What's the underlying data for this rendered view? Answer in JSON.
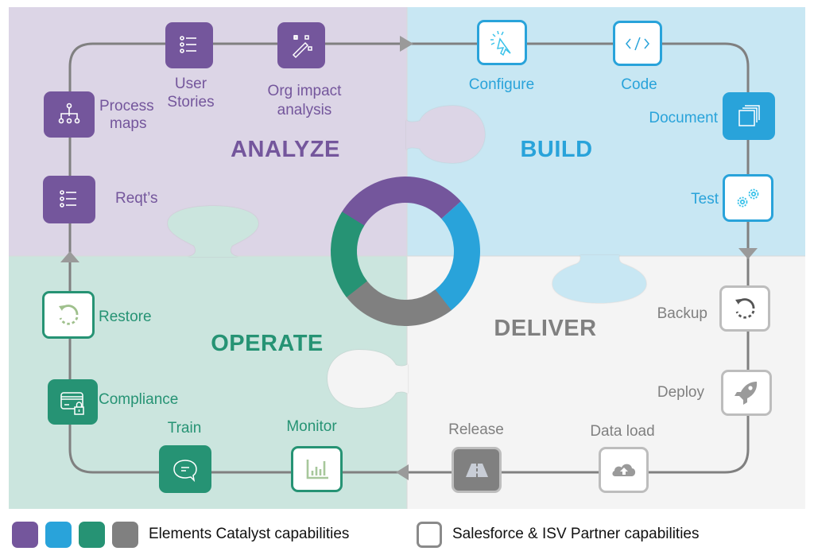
{
  "colors": {
    "analyze_bg": "#dcd5e6",
    "build_bg": "#c8e7f3",
    "operate_bg": "#cbe5de",
    "deliver_bg": "#f4f4f4",
    "purple": "#74569c",
    "blue": "#29a3da",
    "green": "#269374",
    "gray": "#808080",
    "line": "#808080",
    "partner_border_gray": "#bdbdbd"
  },
  "phases": {
    "analyze": "ANALYZE",
    "build": "BUILD",
    "deliver": "DELIVER",
    "operate": "OPERATE"
  },
  "steps": {
    "process_maps": {
      "label_line1": "Process",
      "label_line2": "maps",
      "icon": "hierarchy-icon",
      "type": "catalyst"
    },
    "user_stories": {
      "label_line1": "User",
      "label_line2": "Stories",
      "icon": "list-icon",
      "type": "catalyst"
    },
    "org_impact": {
      "label_line1": "Org impact",
      "label_line2": "analysis",
      "icon": "magic-wand-icon",
      "type": "catalyst"
    },
    "reqts": {
      "label": "Reqt’s",
      "icon": "list-icon",
      "type": "catalyst"
    },
    "configure": {
      "label": "Configure",
      "icon": "cursor-click-icon",
      "type": "partner"
    },
    "code": {
      "label": "Code",
      "icon": "code-icon",
      "type": "partner"
    },
    "document": {
      "label": "Document",
      "icon": "stacked-pages-icon",
      "type": "catalyst"
    },
    "test": {
      "label": "Test",
      "icon": "gears-icon",
      "type": "partner"
    },
    "backup": {
      "label": "Backup",
      "icon": "backup-cycle-icon",
      "type": "partner"
    },
    "deploy": {
      "label": "Deploy",
      "icon": "rocket-icon",
      "type": "partner"
    },
    "data_load": {
      "label": "Data load",
      "icon": "cloud-upload-icon",
      "type": "partner"
    },
    "release": {
      "label": "Release",
      "icon": "road-icon",
      "type": "catalyst"
    },
    "monitor": {
      "label": "Monitor",
      "icon": "bar-chart-icon",
      "type": "partner"
    },
    "train": {
      "label": "Train",
      "icon": "chat-bubble-icon",
      "type": "catalyst"
    },
    "compliance": {
      "label": "Compliance",
      "icon": "card-lock-icon",
      "type": "catalyst"
    },
    "restore": {
      "label": "Restore",
      "icon": "restore-cycle-icon",
      "type": "partner"
    }
  },
  "ring_segments": [
    "analyze",
    "build",
    "deliver",
    "operate"
  ],
  "legend": {
    "catalyst_label": "Elements Catalyst capabilities",
    "partner_label": "Salesforce & ISV Partner capabilities"
  }
}
